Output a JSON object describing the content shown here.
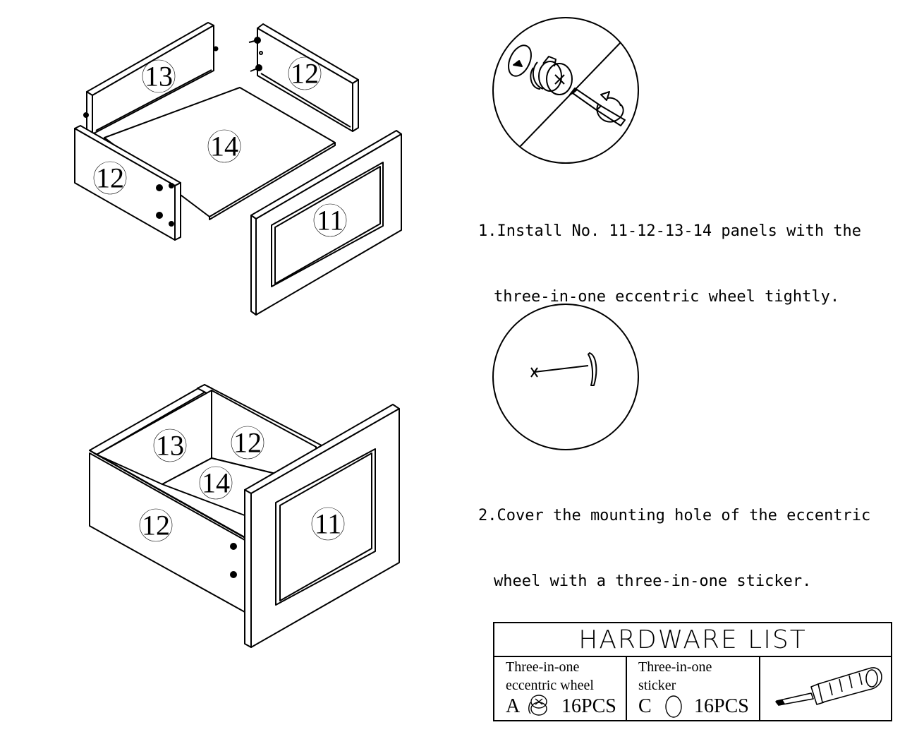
{
  "panels": {
    "front": "11",
    "side": "12",
    "back": "13",
    "bottom": "14"
  },
  "steps": [
    {
      "line1": "1.Install No. 11-12-13-14 panels with the",
      "line2": "three-in-one eccentric wheel tightly."
    },
    {
      "line1": "2.Cover the mounting hole of the eccentric",
      "line2": "wheel with a three-in-one sticker."
    }
  ],
  "hardware_list": {
    "title": "HARDWARE LIST",
    "items": [
      {
        "name_line1": "Three-in-one",
        "name_line2": "eccentric wheel",
        "letter": "A",
        "quantity": "16PCS",
        "icon": "eccentric-wheel-icon"
      },
      {
        "name_line1": "Three-in-one",
        "name_line2": "sticker",
        "letter": "C",
        "quantity": "16PCS",
        "icon": "sticker-icon"
      }
    ],
    "tool_icon": "screwdriver-icon"
  }
}
